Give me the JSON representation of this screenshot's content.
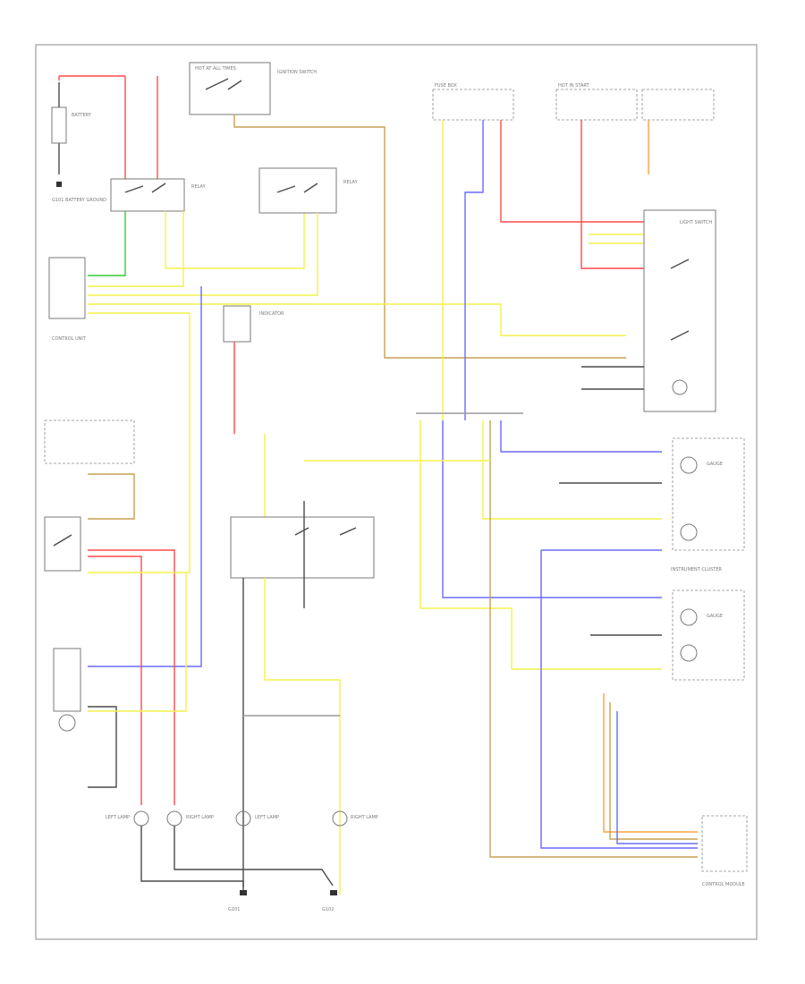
{
  "diagram": {
    "footer_code": "",
    "labels": {
      "battery": "BATTERY",
      "g101": "G101 BATTERY GROUND",
      "ignition_switch": "IGNITION SWITCH",
      "hot_at_all_times": "HOT AT ALL TIMES",
      "hot_in_start": "HOT IN START",
      "fuse_box": "FUSE BOX",
      "light_switch": "LIGHT SWITCH",
      "relay_1": "RELAY",
      "relay_2": "RELAY",
      "instrument_control": "CONTROL UNIT",
      "indicator": "INDICATOR",
      "cluster": "INSTRUMENT CLUSTER",
      "gauge_1": "GAUGE",
      "gauge_2": "GAUGE",
      "module": "CONTROL MODULE",
      "left_lamp": "LEFT LAMP",
      "right_lamp": "RIGHT LAMP",
      "left_lamp_2": "LEFT LAMP",
      "right_lamp_2": "RIGHT LAMP",
      "ground_1": "G101",
      "ground_2": "G102"
    }
  }
}
